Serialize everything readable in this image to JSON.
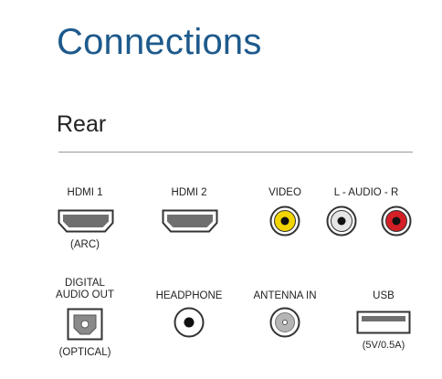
{
  "title": "Connections",
  "section": "Rear",
  "ports_row1": {
    "hdmi1": {
      "label": "HDMI 1",
      "sublabel": "(ARC)",
      "icon": "hdmi-port-icon"
    },
    "hdmi2": {
      "label": "HDMI 2",
      "icon": "hdmi-port-icon"
    },
    "video": {
      "label": "VIDEO",
      "icon": "rca-video-jack-icon",
      "color": "#f2d400"
    },
    "audio": {
      "label": "L - AUDIO - R",
      "left_icon": "rca-audio-left-jack-icon",
      "left_color": "#e6e6e6",
      "right_icon": "rca-audio-right-jack-icon",
      "right_color": "#d41f26"
    }
  },
  "ports_row2": {
    "digital": {
      "label_line1": "DIGITAL",
      "label_line2": "AUDIO OUT",
      "sublabel": "(OPTICAL)",
      "icon": "optical-port-icon"
    },
    "headphone": {
      "label": "HEADPHONE",
      "icon": "headphone-jack-icon"
    },
    "antenna": {
      "label": "ANTENNA IN",
      "icon": "coaxial-antenna-icon"
    },
    "usb": {
      "label": "USB",
      "sublabel": "(5V/0.5A)",
      "icon": "usb-port-icon"
    }
  }
}
